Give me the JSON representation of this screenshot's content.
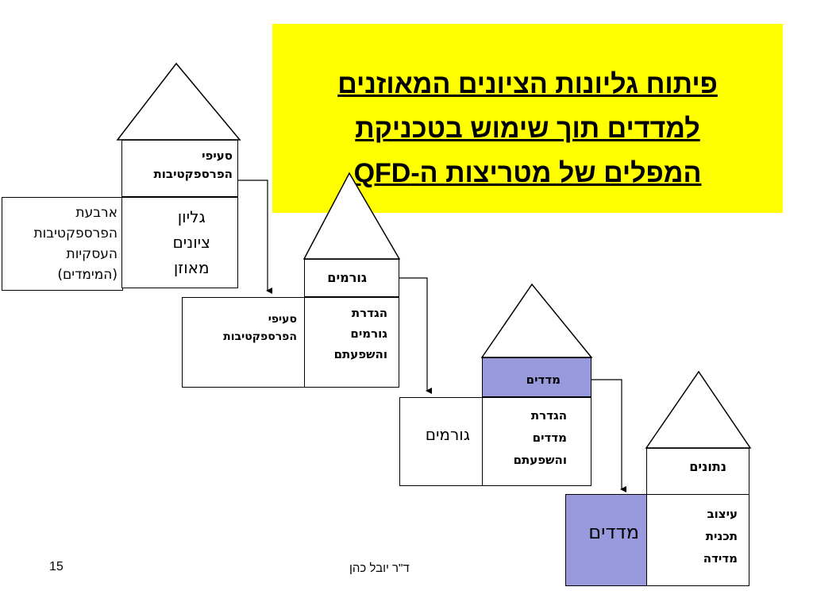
{
  "title": "פיתוח גליונות הציונים המאוזנים\nלמדדים תוך שימוש בטכניקת\nהמפלים של מטריצות ה-QFD",
  "houses": {
    "house1": {
      "header": "סעיפי\nהפרספקטיבות",
      "side_label": "ארבעת\nהפרספקטיבות\nהעסקיות\n(המימדים)",
      "main_label": "גליון\nציונים\nמאוזן"
    },
    "house2": {
      "header": "גורמים",
      "side_label": "סעיפי\nהפרספקטיבות",
      "main_label": "הגדרת\nגורמים\nוהשפעתם"
    },
    "house3": {
      "header": "מדדים",
      "side_label": "גורמים",
      "main_label": "הגדרת\nמדדים\nוהשפעתם"
    },
    "house4": {
      "header": "נתונים",
      "side_label": "מדדים",
      "main_label": "עיצוב\nתכנית\nמדידה"
    }
  },
  "colors": {
    "title_background": "#ffff00",
    "highlight": "#9999dd"
  },
  "footer": {
    "author": "ד\"ר יובל כהן",
    "page_number": "15"
  }
}
